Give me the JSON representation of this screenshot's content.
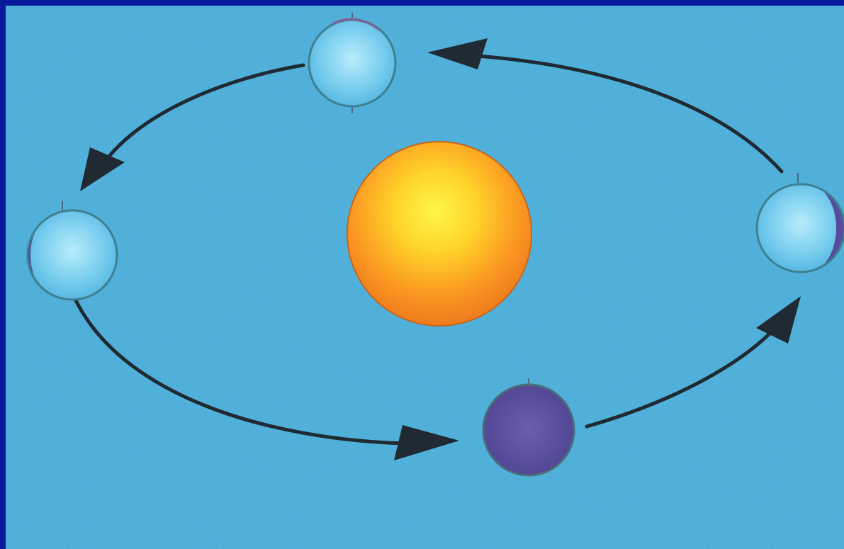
{
  "diagram": {
    "type": "orbit",
    "central_body": {
      "kind": "sun",
      "colors": {
        "core": "#fff64a",
        "mid": "#ffc21f",
        "edge": "#f07a1e"
      }
    },
    "orbiting_body": {
      "kind": "planet",
      "positions": [
        {
          "position": "top",
          "phase": "lit"
        },
        {
          "position": "left",
          "phase": "dark-left-crescent"
        },
        {
          "position": "bottom",
          "phase": "dark"
        },
        {
          "position": "right",
          "phase": "dark-right-crescent"
        }
      ]
    },
    "direction": "counterclockwise",
    "colors": {
      "frame": "#0a1a9c",
      "sky": "#3fa8d6",
      "arrow": "#1f2a33",
      "planet_lit": "#7fd3f2",
      "planet_dark": "#5a4f99"
    }
  }
}
